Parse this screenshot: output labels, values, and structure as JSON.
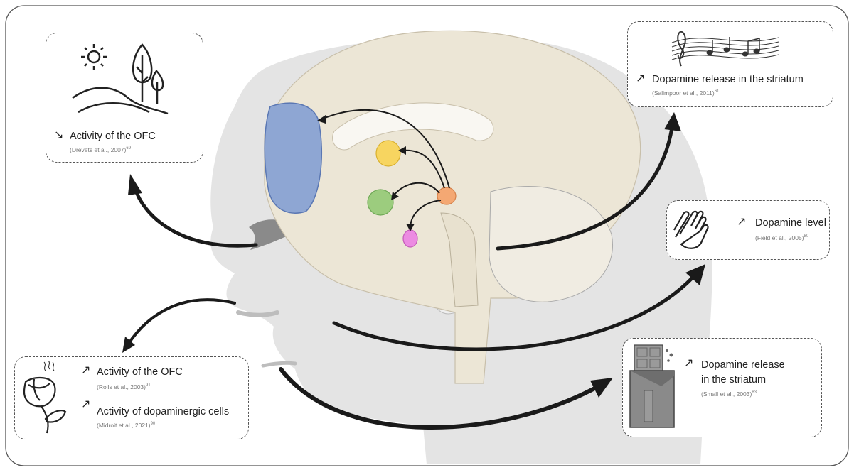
{
  "colors": {
    "frame": "#555555",
    "head": "#e6e6e6",
    "brain": "#ece6d6",
    "ofc_region": "#8ea6d3",
    "caudate": "#f7d560",
    "nucleus_accumbens": "#9ccc7e",
    "vta": "#f4a873",
    "olfactory": "#ec8be2",
    "arrow": "#1a1a1a"
  },
  "panels": {
    "sight": {
      "icon": "landscape-sun-trees-icon",
      "direction_icon": "arrow-down-right-icon",
      "effect": "Activity of the OFC",
      "citation": "(Drevets et al., 2007)",
      "ref": "69"
    },
    "music": {
      "icon": "music-staff-notes-icon",
      "direction_icon": "arrow-up-right-icon",
      "effect": "Dopamine release in the striatum",
      "citation": "(Salimpoor et al., 2011)",
      "ref": "61"
    },
    "touch": {
      "icon": "touching-hands-icon",
      "direction_icon": "arrow-up-right-icon",
      "effect": "Dopamine level",
      "citation": "(Field et al., 2005)",
      "ref": "80"
    },
    "smell": {
      "icon": "rose-flower-icon",
      "direction_icon": "arrow-up-right-icon",
      "effect_1": "Activity of the OFC",
      "citation_1": "(Rolls et al., 2003)",
      "ref_1": "91",
      "effect_2": "Activity of dopaminergic cells",
      "citation_2": "(Midroit et al., 2021)",
      "ref_2": "90"
    },
    "taste": {
      "icon": "chocolate-bar-icon",
      "direction_icon": "arrow-up-right-icon",
      "effect_line1": "Dopamine release",
      "effect_line2": "in the striatum",
      "citation": "(Small et al., 2003)",
      "ref": "83"
    }
  }
}
